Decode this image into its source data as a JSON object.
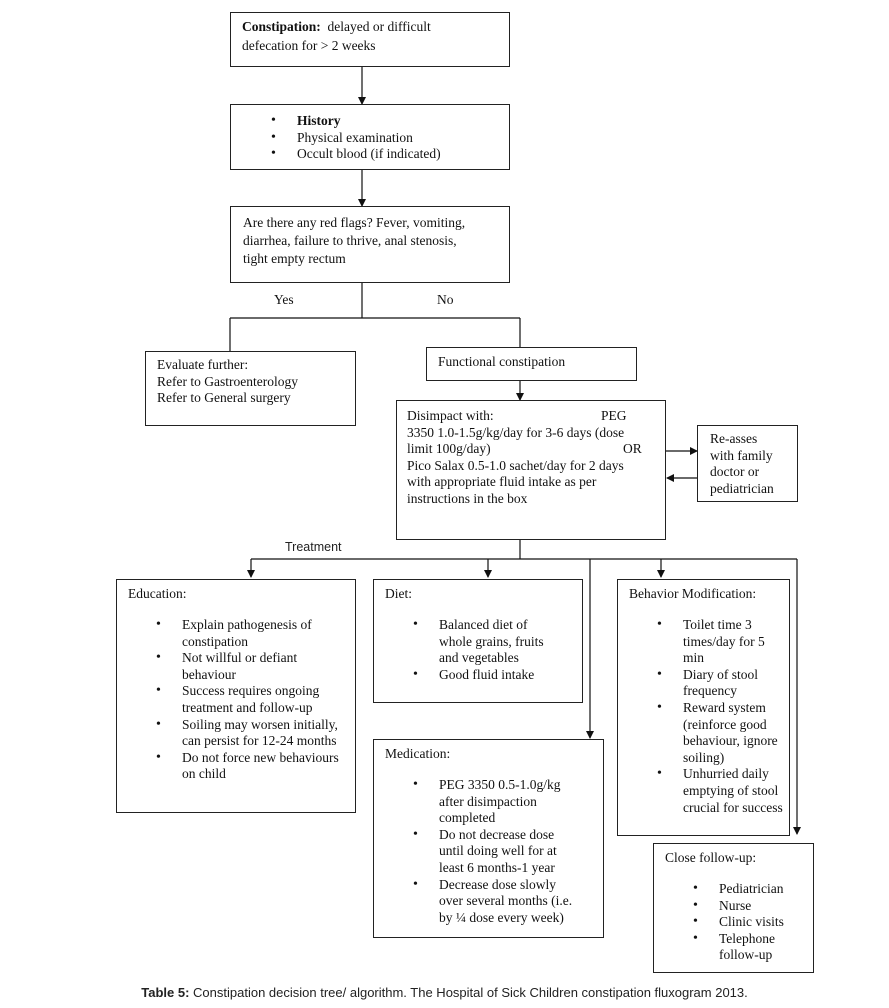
{
  "constipation": {
    "term": "Constipation:",
    "definition_line1": "delayed or difficult",
    "definition_line2": "defecation for > 2 weeks"
  },
  "history": {
    "items": [
      "History",
      "Physical examination",
      "Occult blood (if indicated)"
    ]
  },
  "red_flags": {
    "lines": [
      "Are there any red flags? Fever, vomiting,",
      "diarrhea, failure to thrive, anal stenosis,",
      "tight empty rectum"
    ]
  },
  "branch": {
    "yes": "Yes",
    "no": "No"
  },
  "evaluate": {
    "lines": [
      "Evaluate further:",
      "Refer to Gastroenterology",
      "Refer to General surgery"
    ]
  },
  "functional": {
    "label": "Functional constipation"
  },
  "disimpact": {
    "lines": [
      "Disimpact with:",
      "PEG",
      "3350 1.0-1.5g/kg/day for 3-6 days (dose",
      "limit 100g/day)",
      "OR",
      "Pico Salax 0.5-1.0 sachet/day for 2 days",
      "with appropriate fluid intake as per",
      "instructions in the box"
    ]
  },
  "reassess": {
    "lines": [
      "Re-asses",
      "with family",
      "doctor or",
      "pediatrician"
    ]
  },
  "treatment": {
    "label": "Treatment"
  },
  "education": {
    "title": "Education:",
    "items": [
      "Explain pathogenesis of constipation",
      "Not willful or defiant behaviour",
      "Success requires ongoing treatment and follow-up",
      "Soiling may worsen initially, can persist for 12-24 months",
      "Do not force new behaviours on child"
    ]
  },
  "diet": {
    "title": "Diet:",
    "items": [
      "Balanced diet of whole grains, fruits and vegetables",
      "Good fluid intake"
    ]
  },
  "behavior": {
    "title": "Behavior Modification:",
    "items": [
      "Toilet time 3 times/day for 5 min",
      "Diary of stool frequency",
      "Reward system (reinforce good behaviour, ignore soiling)",
      "Unhurried daily emptying of stool crucial for success"
    ]
  },
  "medication": {
    "title": "Medication:",
    "items": [
      "PEG 3350 0.5-1.0g/kg after disimpaction completed",
      "Do not decrease dose until doing well for at least 6 months-1 year",
      "Decrease dose slowly over several months (i.e. by ¼ dose every week)"
    ]
  },
  "followup": {
    "title": "Close follow-up:",
    "items": [
      "Pediatrician",
      "Nurse",
      "Clinic visits",
      "Telephone follow-up"
    ]
  },
  "caption": {
    "label": "Table 5:",
    "text": "Constipation decision tree/ algorithm. The Hospital of Sick Children constipation fluxogram 2013."
  }
}
